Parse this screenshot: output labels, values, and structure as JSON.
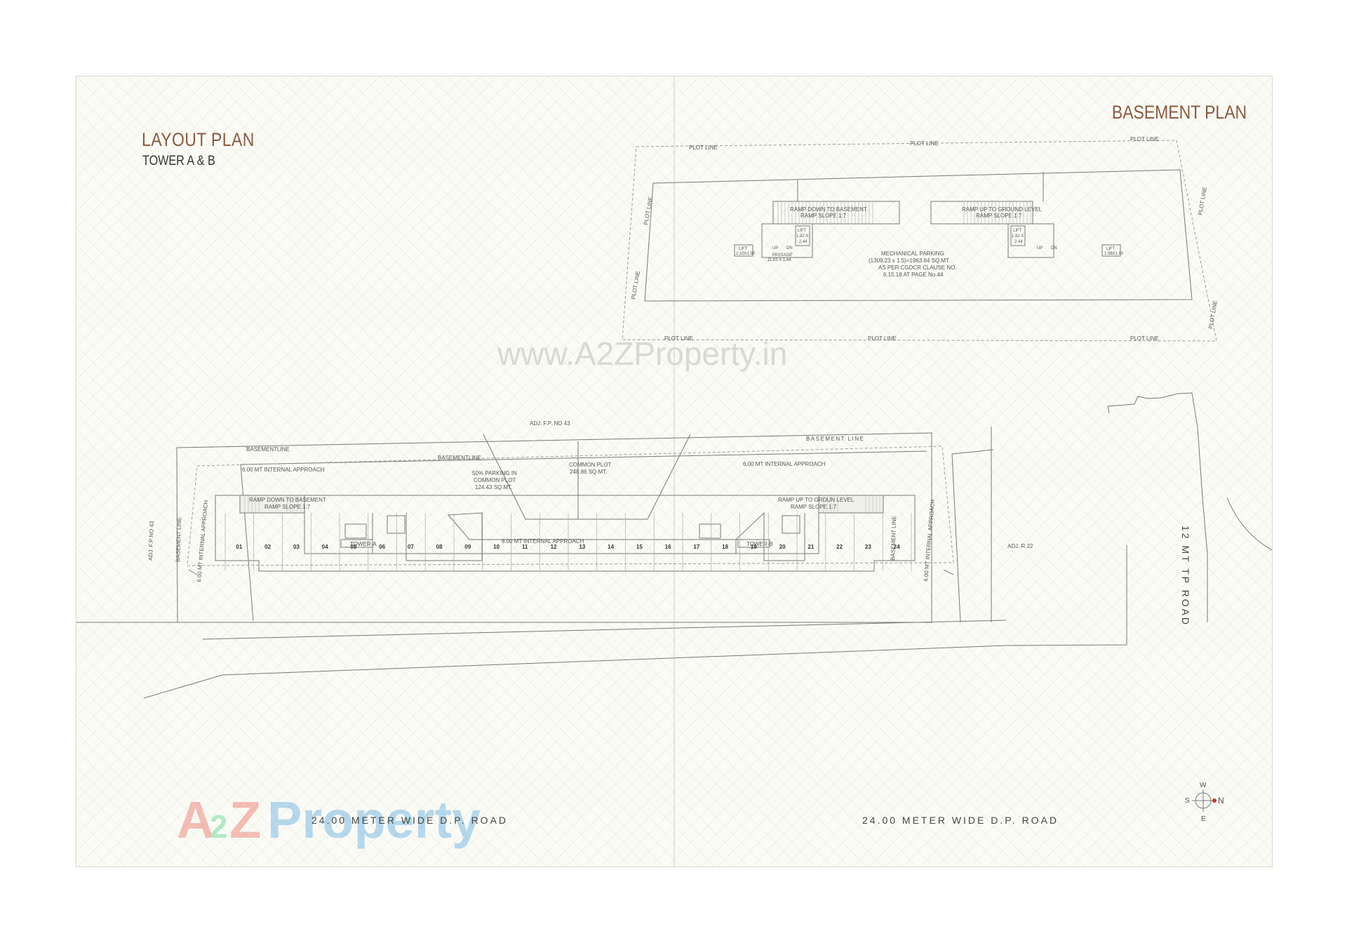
{
  "titles": {
    "layout": "LAYOUT PLAN",
    "layout_sub": "TOWER A & B",
    "basement": "BASEMENT PLAN"
  },
  "watermark": {
    "url": "www.A2ZProperty.in",
    "logo_a": "A",
    "logo_2": "2",
    "logo_z": "Z",
    "logo_word": "Property"
  },
  "basement": {
    "plot_line": "PLOT LINE",
    "ramp_down_1": "RAMP DOWN TO BASEMENT",
    "ramp_down_2": "RAMP SLOPE 1:7",
    "ramp_up_1": "RAMP UP TO GROUND LEVEL",
    "ramp_up_2": "RAMP SLOPE 1:7",
    "lift": "LIFT",
    "lift_size": "1.82 X",
    "lift_size2": "2.44",
    "lift_small": "LIFT",
    "lift_small_size": "2.10X1.50",
    "lift_small_size_b": "1.98X1.50",
    "passage": "PASSAGE",
    "passage_size": "11.83 X 1.44",
    "up": "UP",
    "dn": "DN",
    "mech_1": "MECHANICAL PARKING",
    "mech_2": "(1309.23 x 1.5)=1963.84 SQ.MT.",
    "mech_3": "AS PER CGDCR CLAUSE NO.",
    "mech_4": "6.15.18 AT PAGE No.44"
  },
  "layout": {
    "adj_fp_top": "ADJ. F.P. NO 43",
    "adj_fp_left": "ADJ. F.P NO 43",
    "basement_line": "BASEMENTLINE",
    "basement_line_spaced": "BASEMENT LINE",
    "basement_line_v": "BASEMENT LINE",
    "approach": "6.00 MT INTERNAL APPROACH",
    "approach_v": "6.00 MT INTERNAL APPROACH",
    "parking_1": "50% PARKING IN",
    "parking_2": "COMMON PLOT",
    "parking_3": "124.43 SQ.MT.",
    "common_1": "COMMON PLOT",
    "common_2": "248.86 SQ.MT.",
    "ramp_down_1": "RAMP DOWN TO BASEMENT",
    "ramp_down_2": "RAMP SLOPE 1:7",
    "ramp_up_1": "RAMP UP TO GROUN LEVEL",
    "ramp_up_2": "RAMP SLOPE 1:7",
    "tower_a": "TOWER-A",
    "tower_b": "TOWER-B",
    "adj_r22": "ADJ. R 22",
    "road_12": "12 MT TP ROAD",
    "road_24": "24.00 METER WIDE D.P. ROAD",
    "shops": [
      "01",
      "02",
      "03",
      "04",
      "05",
      "06",
      "07",
      "08",
      "09",
      "10",
      "11",
      "12",
      "13",
      "14",
      "15",
      "16",
      "17",
      "18",
      "19",
      "20",
      "21",
      "22",
      "23",
      "24"
    ]
  },
  "compass": {
    "w": "W",
    "n": "N",
    "s": "S",
    "e": "E"
  }
}
